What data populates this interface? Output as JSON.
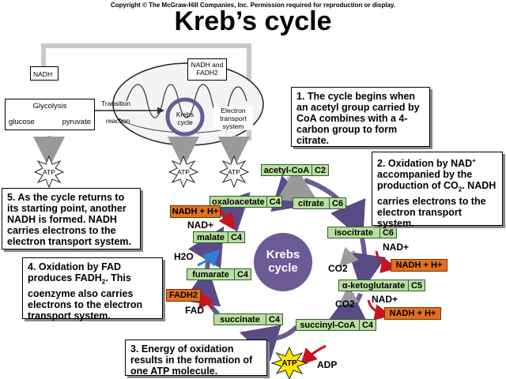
{
  "copyright": "Copyright © The McGraw-Hill Companies, Inc. Permission required for reproduction or display.",
  "title": "Kreb’s cycle",
  "overview": {
    "nadh": "NADH",
    "nadh_fadh2": "NADH and FADH2",
    "glycolysis": "Glycolysis",
    "glucose": "glucose",
    "pyruvate": "pyruvate",
    "transition": "Transition",
    "reaction": "reaction",
    "krebs_cycle_small": "Krebs cycle",
    "electron_transport": "Electron transport system",
    "atp": "ATP"
  },
  "center_label": "Krebs cycle",
  "intermediates": [
    {
      "name": "acetyl-CoA",
      "carbons": "C2"
    },
    {
      "name": "citrate",
      "carbons": "C6"
    },
    {
      "name": "isocitrate",
      "carbons": "C6"
    },
    {
      "name": "α-ketoglutarate",
      "carbons": "C5"
    },
    {
      "name": "succinyl-CoA",
      "carbons": "C4"
    },
    {
      "name": "succinate",
      "carbons": "C4"
    },
    {
      "name": "fumarate",
      "carbons": "C4"
    },
    {
      "name": "malate",
      "carbons": "C4"
    },
    {
      "name": "oxaloacetate",
      "carbons": "C4"
    }
  ],
  "cofactors": {
    "nadh_h": "NADH + H+",
    "nad": "NAD+",
    "co2": "CO2",
    "fadh2": "FADH2",
    "fad": "FAD",
    "h2o": "H2O",
    "adp": "ADP",
    "atp": "ATP"
  },
  "notes": {
    "n1": "1. The cycle begins when an acetyl group carried by CoA combines with a 4-carbon group to form citrate.",
    "n2_a": "2. Oxidation by NAD",
    "n2_b": " accompanied by the production of CO",
    "n2_c": ". NADH carries electrons to the electron transport system.",
    "n3": "3. Energy of oxidation results in the formation of one ATP molecule.",
    "n4_a": "4. Oxidation by FAD produces FADH",
    "n4_b": ". This coenzyme also carries electrons to the electron transport system.",
    "n5": "5. As the cycle returns to its starting point, another NADH is formed. NADH carries electrons to the electron transport system."
  },
  "colors": {
    "green": "#b8dfa0",
    "orange": "#e2701e",
    "purple": "#6c5a94",
    "red_arrow": "#c8141e",
    "blue_arrow": "#2f7fd6"
  }
}
